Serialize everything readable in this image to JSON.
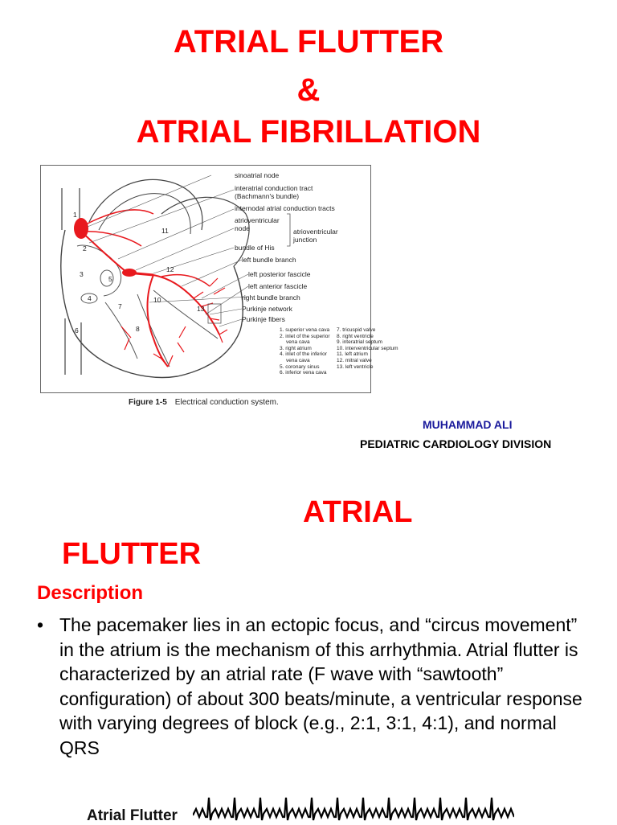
{
  "title": {
    "line1": "ATRIAL FLUTTER",
    "line2": "&",
    "line3": "ATRIAL FIBRILLATION"
  },
  "figure": {
    "callouts": [
      "sinoatrial node",
      "interatrial conduction tract",
      "(Bachmann's bundle)",
      "internodal atrial conduction tracts",
      "atrioventricular",
      "node",
      "atrioventricular",
      "junction",
      "bundle of His",
      "left bundle branch",
      "left posterior fascicle",
      "left anterior fascicle",
      "right bundle branch",
      "Purkinje network",
      "Purkinje fibers"
    ],
    "region_numbers": [
      "1",
      "2",
      "3",
      "4",
      "5",
      "6",
      "7",
      "8",
      "10",
      "11",
      "12",
      "13"
    ],
    "legend_left": [
      "1. superior vena cava",
      "2. inlet of the superior",
      "vena cava",
      "3. right atrium",
      "4. inlet of the inferior",
      "vena cava",
      "5. coronary sinus",
      "6. inferior vena cava"
    ],
    "legend_right": [
      "7. tricuspid valve",
      "8. right ventricle",
      "9. interatrial septum",
      "10. interventricular septum",
      "11. left atrium",
      "12. mitral valve",
      "13. left ventricle"
    ],
    "caption_label": "Figure 1-5",
    "caption_text": "Electrical conduction system."
  },
  "author": "MUHAMMAD ALI",
  "division": "PEDIATRIC CARDIOLOGY DIVISION",
  "section": {
    "title_part1": "ATRIAL",
    "title_part2": "FLUTTER",
    "heading": "Description",
    "bullet_marker": "•",
    "bullet_text": "The pacemaker lies in an ectopic focus, and “circus movement” in the atrium is the mechanism of this arrhythmia. Atrial flutter is characterized by an atrial rate (F wave with “sawtooth” configuration) of about 300 beats/minute, a ventricular response with varying degrees of block (e.g., 2:1, 3:1, 4:1), and normal QRS"
  },
  "ecg_strip": {
    "label": "Atrial Flutter"
  },
  "colors": {
    "title": "#ff0000",
    "author": "#1a1a9c",
    "conduction": "#e8191e"
  }
}
